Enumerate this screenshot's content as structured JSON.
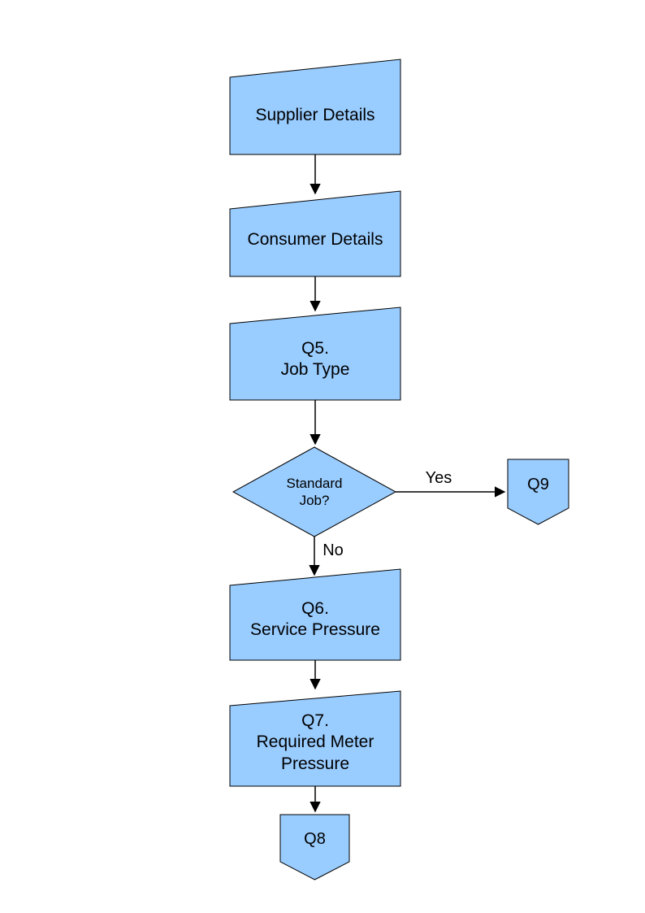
{
  "diagram": {
    "type": "flowchart",
    "nodes": {
      "supplier": {
        "label": "Supplier Details",
        "shape": "manual-input"
      },
      "consumer": {
        "label": "Consumer Details",
        "shape": "manual-input"
      },
      "q5": {
        "label": "Q5.\nJob Type",
        "shape": "manual-input"
      },
      "decision": {
        "label": "Standard\nJob?",
        "shape": "decision"
      },
      "q9": {
        "label": "Q9",
        "shape": "off-page-connector"
      },
      "q6": {
        "label": "Q6.\nService Pressure",
        "shape": "manual-input"
      },
      "q7": {
        "label": "Q7.\nRequired Meter\nPressure",
        "shape": "manual-input"
      },
      "q8": {
        "label": "Q8",
        "shape": "off-page-connector"
      }
    },
    "edges": [
      {
        "from": "supplier",
        "to": "consumer",
        "label": ""
      },
      {
        "from": "consumer",
        "to": "q5",
        "label": ""
      },
      {
        "from": "q5",
        "to": "decision",
        "label": ""
      },
      {
        "from": "decision",
        "to": "q9",
        "label": "Yes"
      },
      {
        "from": "decision",
        "to": "q6",
        "label": "No"
      },
      {
        "from": "q6",
        "to": "q7",
        "label": ""
      },
      {
        "from": "q7",
        "to": "q8",
        "label": ""
      }
    ],
    "edge_labels": {
      "yes": "Yes",
      "no": "No"
    }
  },
  "colors": {
    "shape_fill": "#99ccff",
    "shape_border": "#000000",
    "connector": "#000000",
    "background": "#ffffff"
  }
}
